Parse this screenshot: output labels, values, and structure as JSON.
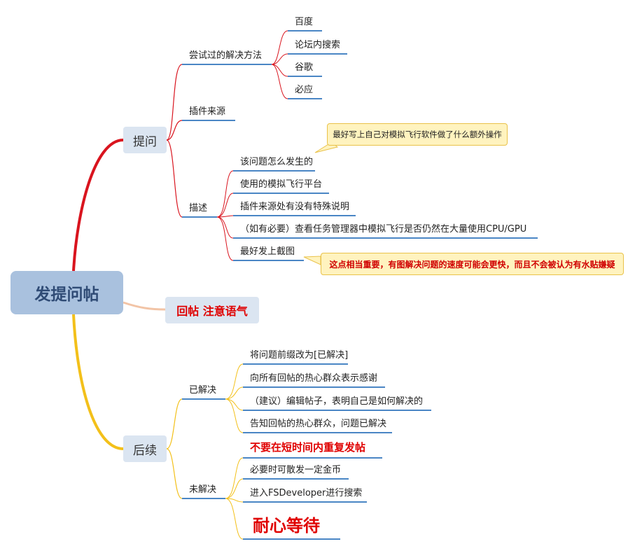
{
  "root": {
    "label": "发提问帖"
  },
  "ask": {
    "label": "提问",
    "tried": {
      "label": "尝试过的解决方法",
      "items": [
        "百度",
        "论坛内搜索",
        "谷歌",
        "必应"
      ]
    },
    "plugin_source": {
      "label": "插件来源"
    },
    "describe": {
      "label": "描述",
      "items": [
        "该问题怎么发生的",
        "使用的模拟飞行平台",
        "插件来源处有没有特殊说明",
        "（如有必要）查看任务管理器中模拟飞行是否仍然在大量使用CPU/GPU",
        "最好发上截图"
      ],
      "callout_1": "最好写上自己对模拟飞行软件做了什么额外操作",
      "callout_2": "这点相当重要，有图解决问题的速度可能会更快，而且不会被认为有水贴嫌疑"
    }
  },
  "reply": {
    "label": "回帖 注意语气"
  },
  "followup": {
    "label": "后续",
    "solved": {
      "label": "已解决",
      "items": [
        "将问题前缀改为[已解决]",
        "向所有回帖的热心群众表示感谢",
        "（建议）编辑帖子，表明自己是如何解决的",
        "告知回帖的热心群众，问题已解决"
      ]
    },
    "unsolved": {
      "label": "未解决",
      "items": [
        "不要在短时间内重复发帖",
        "必要时可散发一定金币",
        "进入FSDeveloper进行搜索",
        "耐心等待"
      ]
    }
  },
  "colors": {
    "ask_branch": "#d9141e",
    "reply_branch": "#f2c4a6",
    "followup_branch": "#f3c01a",
    "sub_underline": "#4a86c5"
  }
}
